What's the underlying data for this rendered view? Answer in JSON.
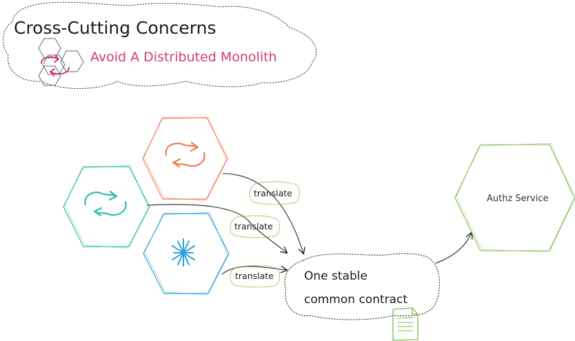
{
  "header": {
    "title": "Cross-Cutting Concerns",
    "subtitle": "Avoid A Distributed Monolith"
  },
  "edges": {
    "translate_top": "translate",
    "translate_middle": "translate",
    "translate_bottom": "translate"
  },
  "contract": {
    "line1": "One stable",
    "line2": "common contract"
  },
  "authz": {
    "label": "Authz Service"
  },
  "colors": {
    "title": "#1a1a1a",
    "subtitle": "#d23a7a",
    "orange": "#f07a52",
    "teal": "#2bbfaa",
    "blue": "#2a9fd8",
    "green": "#7dbb4a",
    "pill_border": "#8cbf4c",
    "ink": "#222222"
  },
  "icons": {
    "logo": "hexagon-cluster-icon",
    "orange_service": "refresh-loop-icon",
    "teal_service": "refresh-loop-icon",
    "blue_service": "asterisk-star-icon",
    "contract_document": "document-icon"
  }
}
